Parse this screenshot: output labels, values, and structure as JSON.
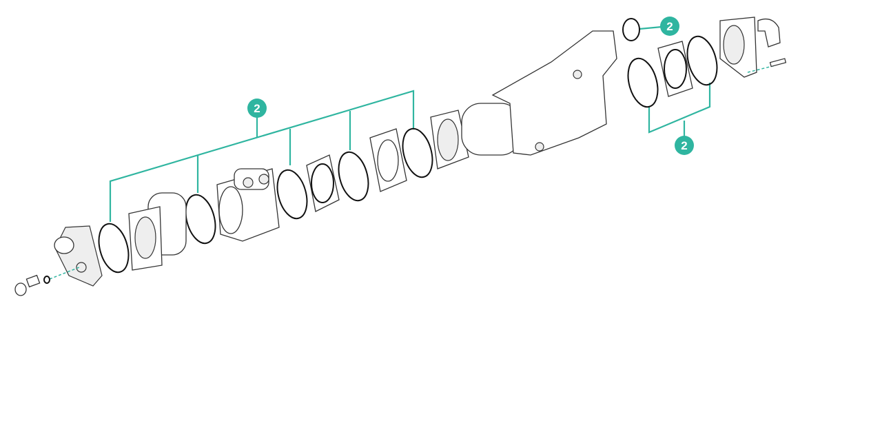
{
  "callouts": [
    {
      "label": "2"
    },
    {
      "label": "2"
    },
    {
      "label": "2"
    }
  ],
  "colors": {
    "accent": "#2fb5a0",
    "outline": "#111111"
  }
}
